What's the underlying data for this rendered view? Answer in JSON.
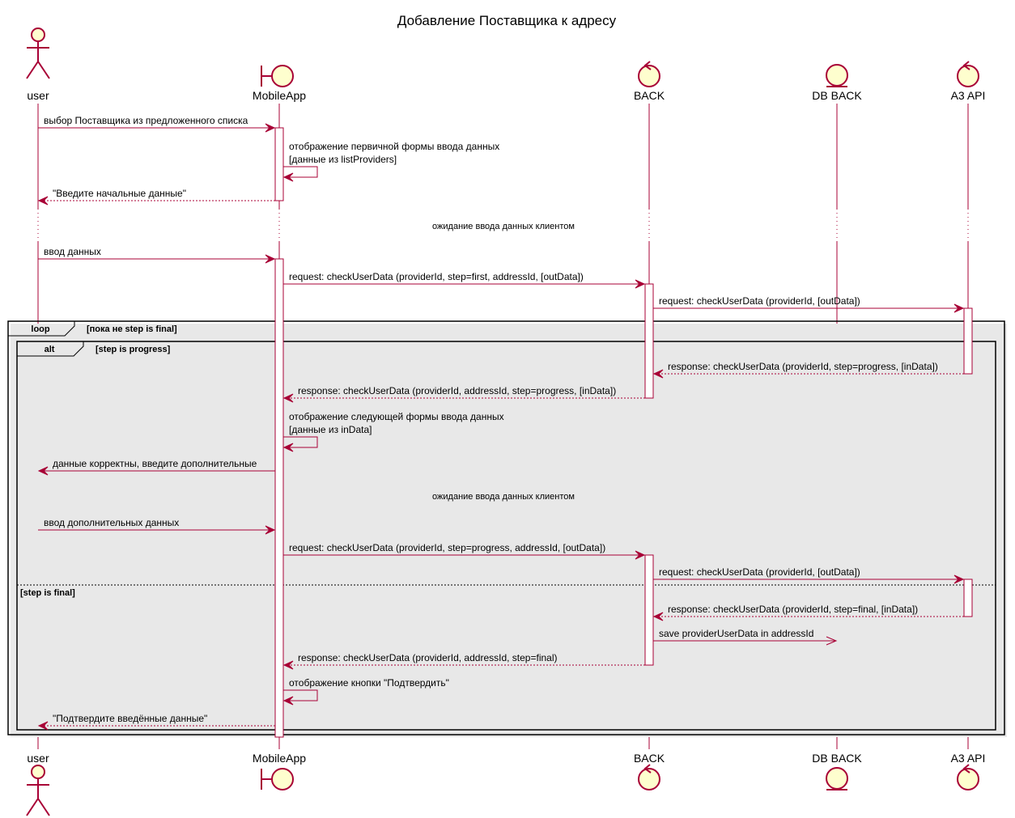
{
  "title": "Добавление Поставщика к адресу",
  "participants": [
    {
      "id": "user",
      "label": "user",
      "kind": "actor"
    },
    {
      "id": "app",
      "label": "MobileApp",
      "kind": "boundary"
    },
    {
      "id": "back",
      "label": "BACK",
      "kind": "control"
    },
    {
      "id": "db",
      "label": "DB BACK",
      "kind": "entity"
    },
    {
      "id": "a3",
      "label": "A3 API",
      "kind": "control"
    }
  ],
  "messages": [
    {
      "from": "user",
      "to": "app",
      "text": "выбор Поставщика из предложенного списка",
      "style": "solid"
    },
    {
      "from": "app",
      "to": "app",
      "lines": [
        "отображение первичной формы ввода данных",
        "[данные из listProviders]"
      ],
      "style": "solid"
    },
    {
      "from": "app",
      "to": "user",
      "text": "\"Введите начальные данные\"",
      "style": "dashed"
    },
    {
      "from": "user",
      "to": "app",
      "text": "ввод данных",
      "style": "solid"
    },
    {
      "from": "app",
      "to": "back",
      "text": "request: checkUserData (providerId, step=first, addressId, [outData])",
      "style": "solid"
    },
    {
      "from": "back",
      "to": "a3",
      "text": "request: checkUserData (providerId, [outData])",
      "style": "solid"
    },
    {
      "from": "a3",
      "to": "back",
      "text": "response: checkUserData (providerId, step=progress, [inData])",
      "style": "dashed"
    },
    {
      "from": "back",
      "to": "app",
      "text": "response: checkUserData (providerId, addressId, step=progress, [inData])",
      "style": "dashed"
    },
    {
      "from": "app",
      "to": "app",
      "lines": [
        "отображение следующей формы ввода данных",
        "[данные из inData]"
      ],
      "style": "solid"
    },
    {
      "from": "app",
      "to": "user",
      "text": "данные корректны, введите дополнительные",
      "style": "solid"
    },
    {
      "from": "user",
      "to": "app",
      "text": "ввод дополнительных данных",
      "style": "solid"
    },
    {
      "from": "app",
      "to": "back",
      "text": "request: checkUserData (providerId, step=progress, addressId, [outData])",
      "style": "solid"
    },
    {
      "from": "back",
      "to": "a3",
      "text": "request: checkUserData (providerId, [outData])",
      "style": "solid"
    },
    {
      "from": "a3",
      "to": "back",
      "text": "response: checkUserData (providerId, step=final, [inData])",
      "style": "dashed"
    },
    {
      "from": "back",
      "to": "db",
      "text": "save providerUserData in addressId",
      "style": "open"
    },
    {
      "from": "back",
      "to": "app",
      "text": "response: checkUserData (providerId, addressId, step=final)",
      "style": "dashed"
    },
    {
      "from": "app",
      "to": "app",
      "lines": [
        "отображение кнопки \"Подтвердить\""
      ],
      "style": "solid"
    },
    {
      "from": "app",
      "to": "user",
      "text": "\"Подтвердите введённые данные\"",
      "style": "dashed"
    }
  ],
  "delays": [
    "ожидание ввода данных клиентом",
    "ожидание ввода данных клиентом"
  ],
  "frames": {
    "loop": {
      "keyword": "loop",
      "guard": "[пока не step is final]"
    },
    "alt": {
      "keyword": "alt",
      "guard": "[step is progress]",
      "else_guard": "[step is final]"
    }
  }
}
